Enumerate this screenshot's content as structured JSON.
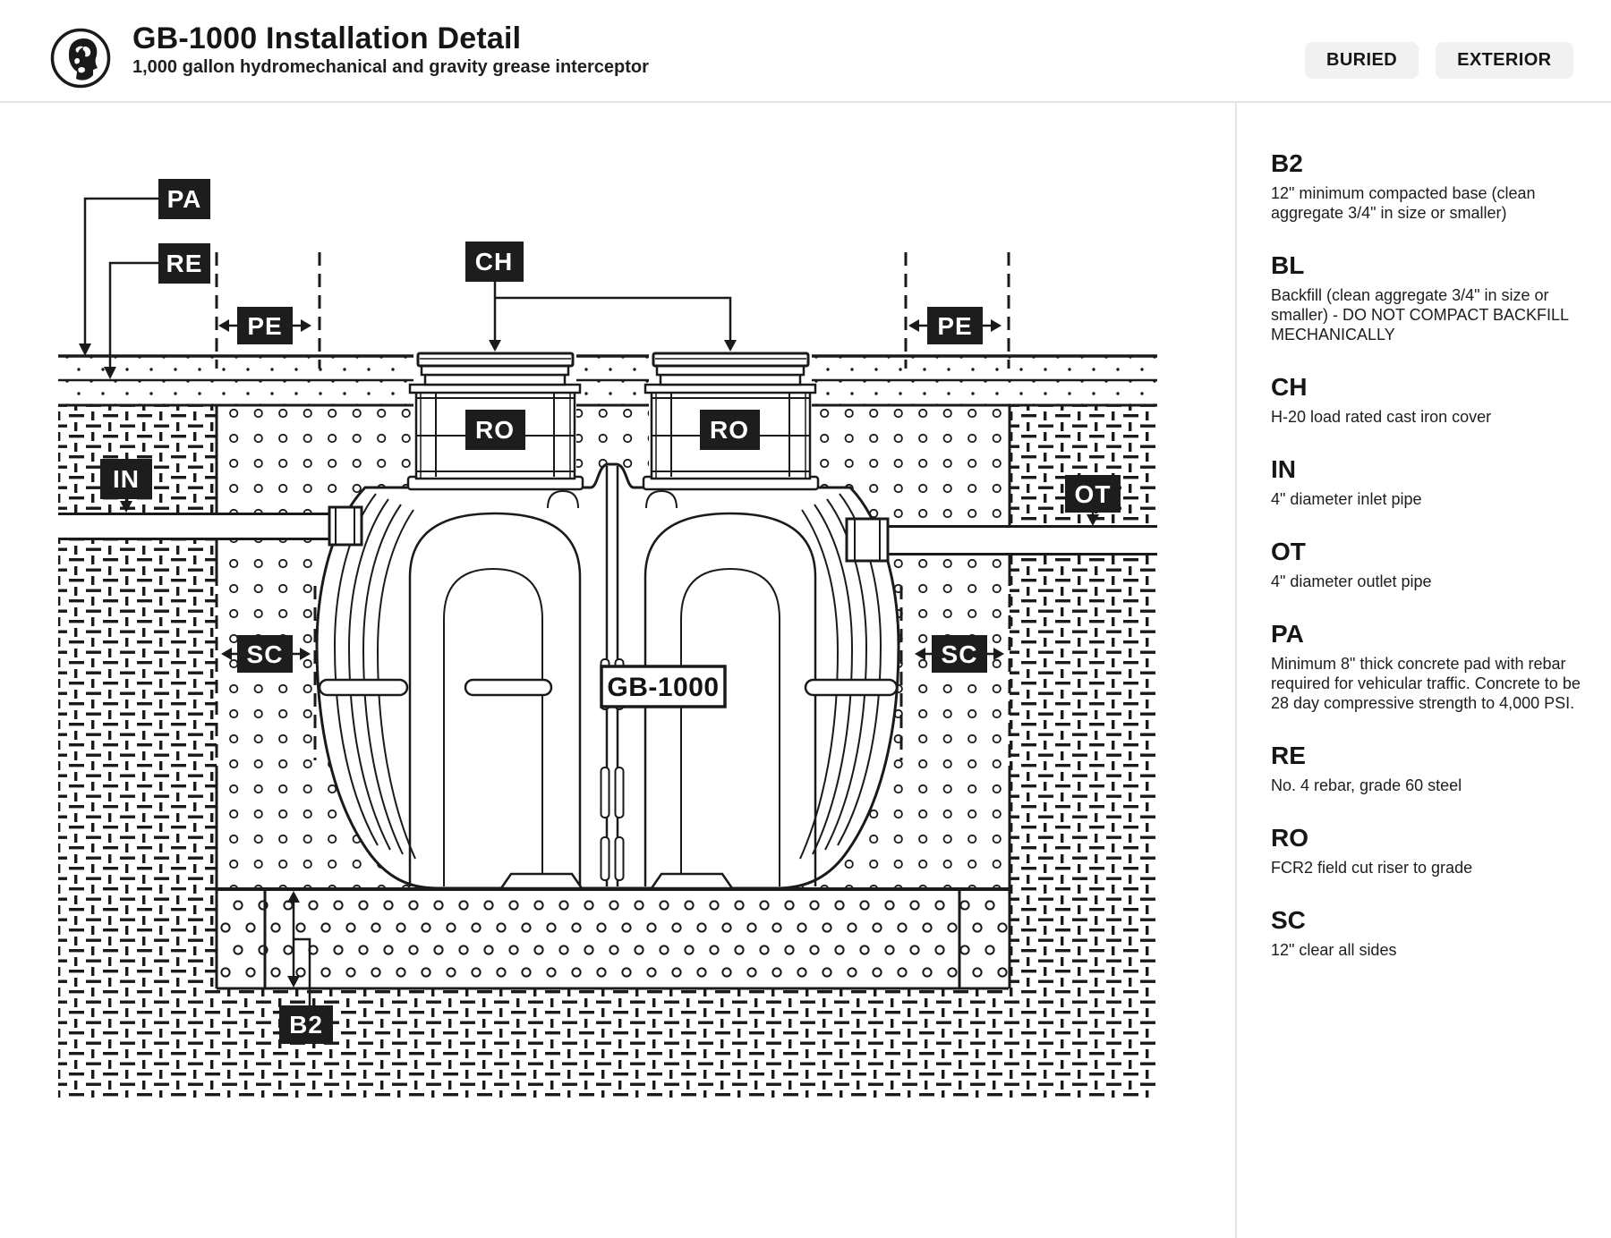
{
  "header": {
    "title": "GB-1000 Installation Detail",
    "subtitle": "1,000 gallon hydromechanical and gravity grease interceptor",
    "logo_icon": "head-profile-emblem",
    "badges": [
      "BURIED",
      "EXTERIOR"
    ]
  },
  "diagram": {
    "labels": {
      "pa": "PA",
      "re": "RE",
      "pe": "PE",
      "ch": "CH",
      "ro": "RO",
      "in": "IN",
      "ot": "OT",
      "sc": "SC",
      "b2": "B2",
      "tank": "GB-1000"
    },
    "materials": {
      "concrete_pad": "stipple-dots",
      "backfill": "open-circles",
      "base": "staggered-circles",
      "native-soil": "dash-weave"
    }
  },
  "legend": {
    "items": [
      {
        "code": "B2",
        "description": "12\" minimum compacted base (clean aggregate 3/4\" in size or smaller)"
      },
      {
        "code": "BL",
        "description": "Backfill (clean aggregate 3/4\" in size or smaller) - DO NOT COMPACT BACKFILL MECHANICALLY"
      },
      {
        "code": "CH",
        "description": "H-20 load rated cast iron cover"
      },
      {
        "code": "IN",
        "description": "4\" diameter inlet pipe"
      },
      {
        "code": "OT",
        "description": "4\" diameter outlet pipe"
      },
      {
        "code": "PA",
        "description": "Minimum 8\" thick concrete pad with rebar required for vehicular traffic. Concrete to be 28 day compressive strength to 4,000 PSI."
      },
      {
        "code": "RE",
        "description": "No. 4 rebar, grade 60 steel"
      },
      {
        "code": "RO",
        "description": "FCR2 field cut riser to grade"
      },
      {
        "code": "SC",
        "description": "12\" clear all sides"
      }
    ]
  },
  "colors": {
    "ink": "#1a1a1a",
    "badge_bg": "#f1f1f2",
    "divider": "#e4e4e4",
    "label_bg": "#1d1d1d",
    "paper": "#ffffff"
  }
}
